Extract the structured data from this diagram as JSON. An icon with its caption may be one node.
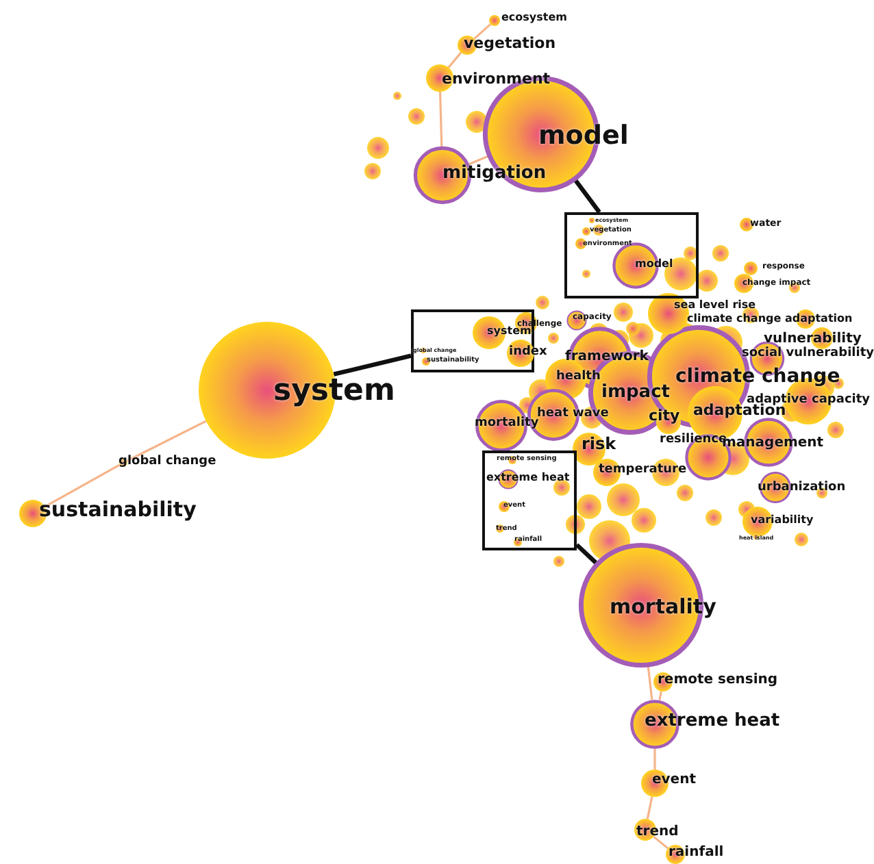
{
  "diagram": {
    "nodes": [
      {
        "text": [
          "ecosystem"
        ]
      },
      {
        "text": [
          "vegetation"
        ]
      },
      {
        "text": [
          "environment"
        ]
      },
      {
        "text": [
          "model"
        ]
      },
      {
        "text": [
          "mitigation"
        ]
      },
      {
        "text": [],
        "shape": "box"
      },
      {
        "text": [
          "ecosystem"
        ],
        "in": 5
      },
      {
        "text": [
          "vegetation"
        ],
        "in": 5
      },
      {
        "text": [
          "environment"
        ],
        "in": 5
      },
      {
        "text": [
          "model"
        ],
        "in": 5
      },
      {
        "text": [
          "system"
        ]
      },
      {
        "text": [
          "global change"
        ]
      },
      {
        "text": [
          "sustainability"
        ]
      },
      {
        "text": [],
        "shape": "box"
      },
      {
        "text": [
          "system"
        ],
        "in": 13
      },
      {
        "text": [
          "global change"
        ],
        "in": 13
      },
      {
        "text": [
          "sustainability"
        ],
        "in": 13
      },
      {
        "text": [
          "challenge"
        ]
      },
      {
        "text": [
          "capacity"
        ]
      },
      {
        "text": [
          "index"
        ],
        "in": 13
      },
      {
        "text": [
          "framework"
        ]
      },
      {
        "text": [
          "health"
        ]
      },
      {
        "text": [
          "impact"
        ]
      },
      {
        "text": [
          "climate change"
        ]
      },
      {
        "text": [
          "sea level rise"
        ]
      },
      {
        "text": [
          "climate change adaptation"
        ]
      },
      {
        "text": [
          "vulnerability"
        ]
      },
      {
        "text": [
          "social vulnerability"
        ]
      },
      {
        "text": [
          "adaptation"
        ]
      },
      {
        "text": [
          "adaptive capacity"
        ]
      },
      {
        "text": [
          "heat wave"
        ]
      },
      {
        "text": [
          "city"
        ]
      },
      {
        "text": [
          "mortality"
        ]
      },
      {
        "text": [
          "risk"
        ]
      },
      {
        "text": [
          "resilience"
        ]
      },
      {
        "text": [
          "management"
        ]
      },
      {
        "text": [
          "temperature"
        ]
      },
      {
        "text": [
          "urbanization"
        ]
      },
      {
        "text": [
          "variability"
        ]
      },
      {
        "text": [
          "heat island"
        ]
      },
      {
        "text": [
          "water"
        ]
      },
      {
        "text": [
          "response"
        ]
      },
      {
        "text": [
          "change impact"
        ]
      },
      {
        "text": [],
        "shape": "box"
      },
      {
        "text": [
          "remote sensing"
        ],
        "in": 43
      },
      {
        "text": [
          "extreme heat"
        ],
        "in": 43
      },
      {
        "text": [
          "event"
        ],
        "in": 43
      },
      {
        "text": [
          "trend"
        ],
        "in": 43
      },
      {
        "text": [
          "rainfall"
        ],
        "in": 43
      },
      {
        "text": [
          "mortality"
        ]
      },
      {
        "text": [
          "remote sensing"
        ]
      },
      {
        "text": [
          "extreme heat"
        ]
      },
      {
        "text": [
          "event"
        ]
      },
      {
        "text": [
          "trend"
        ]
      },
      {
        "text": [
          "rainfall"
        ]
      }
    ],
    "edges": [
      {
        "from": 0,
        "to": 1,
        "arrow": "none"
      },
      {
        "from": 1,
        "to": 2,
        "arrow": "none"
      },
      {
        "from": 2,
        "to": 4,
        "arrow": "none"
      },
      {
        "from": 3,
        "to": 4,
        "arrow": "none"
      },
      {
        "from": 3,
        "to": 5,
        "arrow": "none",
        "style": "thick",
        "color": "#111111"
      },
      {
        "from": 10,
        "to": 11,
        "arrow": "none"
      },
      {
        "from": 11,
        "to": 12,
        "arrow": "none"
      },
      {
        "from": 10,
        "to": 13,
        "arrow": "none",
        "style": "thick",
        "color": "#111111"
      },
      {
        "from": 43,
        "to": 49,
        "arrow": "none",
        "style": "thick",
        "color": "#111111"
      },
      {
        "from": 49,
        "to": 51,
        "arrow": "none"
      },
      {
        "from": 50,
        "to": 51,
        "arrow": "none"
      },
      {
        "from": 51,
        "to": 52,
        "arrow": "none"
      },
      {
        "from": 52,
        "to": 53,
        "arrow": "none"
      },
      {
        "from": 53,
        "to": 54,
        "arrow": "none"
      }
    ]
  }
}
